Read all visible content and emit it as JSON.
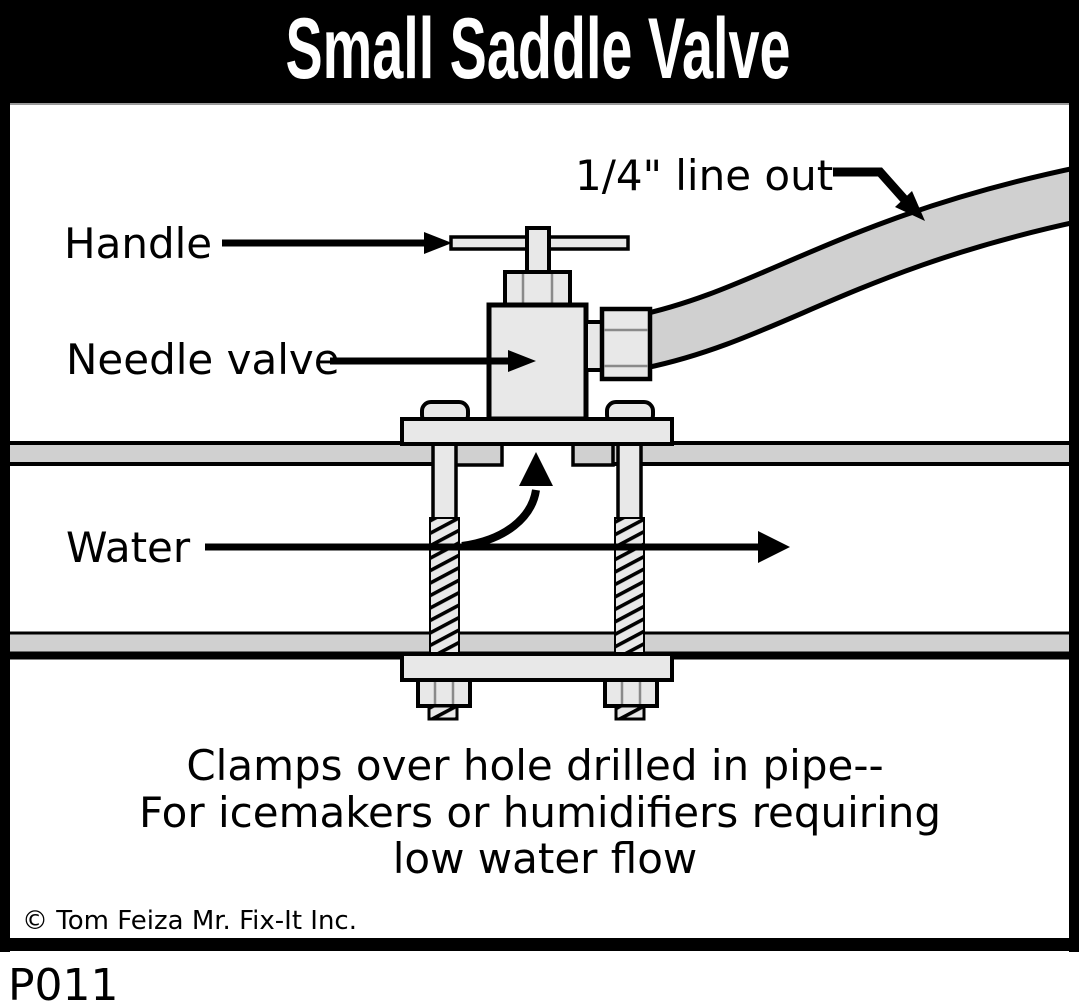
{
  "title": "Small Saddle Valve",
  "labels": {
    "handle": "Handle",
    "needle_valve": "Needle valve",
    "water": "Water",
    "line_out": "1/4\" line out"
  },
  "caption": {
    "line1": "Clamps over hole drilled in pipe--",
    "line2": "For icemakers or humidifiers requiring",
    "line3": "low water flow"
  },
  "footer": {
    "copyright": "© Tom Feiza Mr. Fix-It Inc.",
    "figure_code": "P011"
  },
  "colors": {
    "ink": "#000000",
    "paper": "#ffffff",
    "metal_light": "#e8e8e8",
    "metal_mid": "#d0d0d0"
  }
}
